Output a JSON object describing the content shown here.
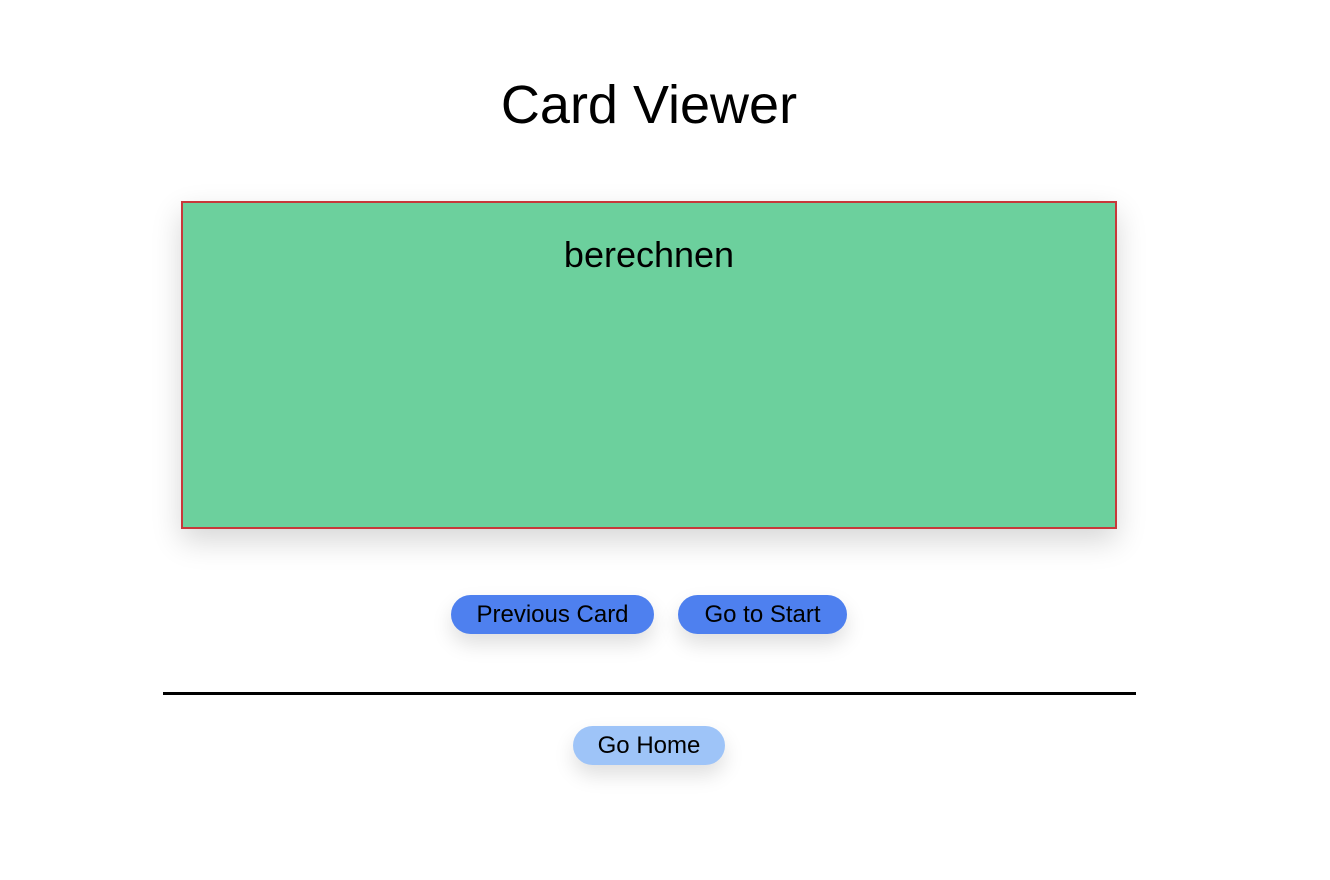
{
  "header": {
    "title": "Card Viewer"
  },
  "card": {
    "word": "berechnen",
    "background_color": "#6cd09d",
    "border_color": "#c8383a"
  },
  "navigation": {
    "previous_label": "Previous Card",
    "start_label": "Go to Start",
    "button_color": "#4e80ef"
  },
  "footer": {
    "home_label": "Go Home",
    "button_color": "#9ec4f8"
  }
}
